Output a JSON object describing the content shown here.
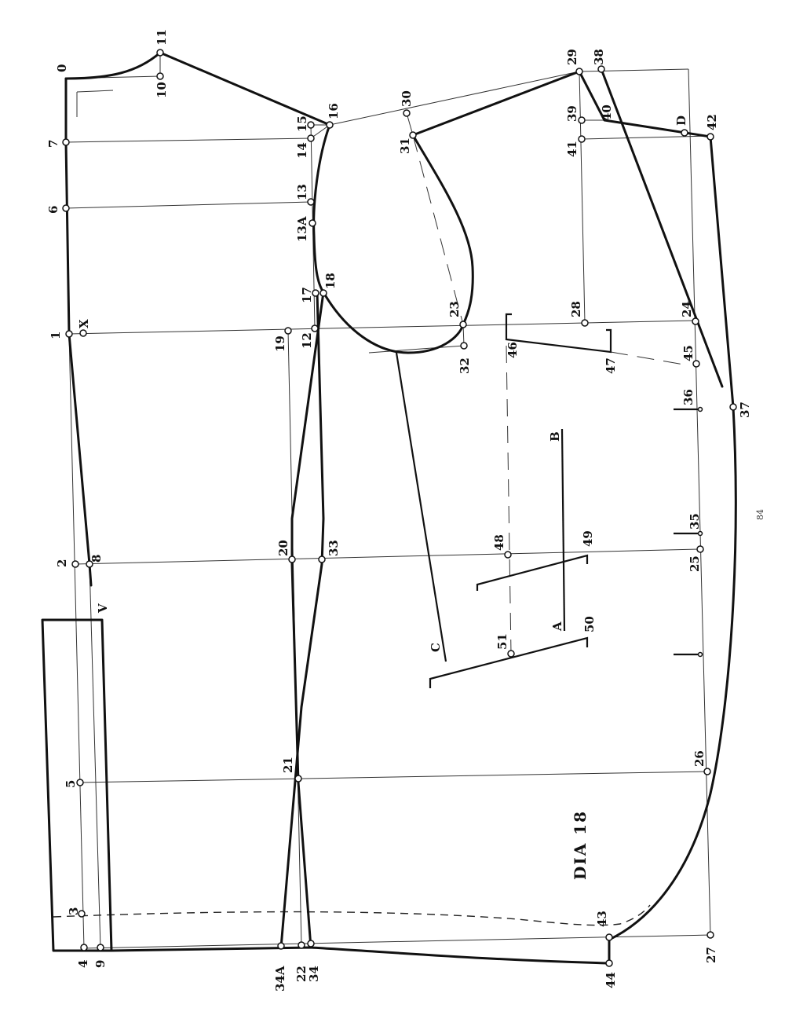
{
  "diagram": {
    "title": "DIA 18",
    "page_number": "84",
    "orientation": "rotated 90° clockwise (labels read bottom-to-top)",
    "points": {
      "p0": "0",
      "p1": "1",
      "p2": "2",
      "p3": "3",
      "p4": "4",
      "p5": "5",
      "p6": "6",
      "p7": "7",
      "p8": "8",
      "p9": "9",
      "p10": "10",
      "p11": "11",
      "p12": "12",
      "p13": "13",
      "p13a": "13A",
      "p14": "14",
      "p15": "15",
      "p16": "16",
      "p17": "17",
      "p18": "18",
      "p19": "19",
      "p20": "20",
      "p21": "21",
      "p22": "22",
      "p23": "23",
      "p24": "24",
      "p25": "25",
      "p26": "26",
      "p27": "27",
      "p28": "28",
      "p29": "29",
      "p30": "30",
      "p31": "31",
      "p32": "32",
      "p33": "33",
      "p34": "34",
      "p34a": "34A",
      "p35": "35",
      "p36": "36",
      "p37": "37",
      "p38": "38",
      "p39": "39",
      "p40": "40",
      "p41": "41",
      "p42": "42",
      "p43": "43",
      "p44": "44",
      "p45": "45",
      "p46": "46",
      "p47": "47",
      "p48": "48",
      "p49": "49",
      "p50": "50",
      "p51": "51"
    },
    "letters": {
      "x": "X",
      "v": "V",
      "d": "D",
      "a": "A",
      "b": "B",
      "c": "C"
    }
  }
}
